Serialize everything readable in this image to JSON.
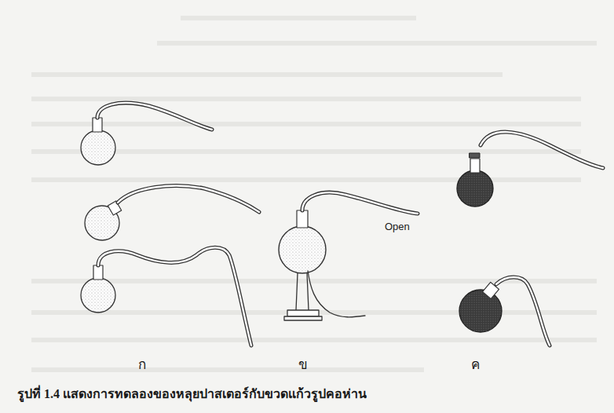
{
  "diagram": {
    "caption": "รูปที่ 1.4 แสดงการทดลองของหลุยปาสเตอร์กับขวดแก้วรูปคอห่าน",
    "labels": [
      "Open",
      "ก",
      "ข",
      "ค"
    ]
  }
}
